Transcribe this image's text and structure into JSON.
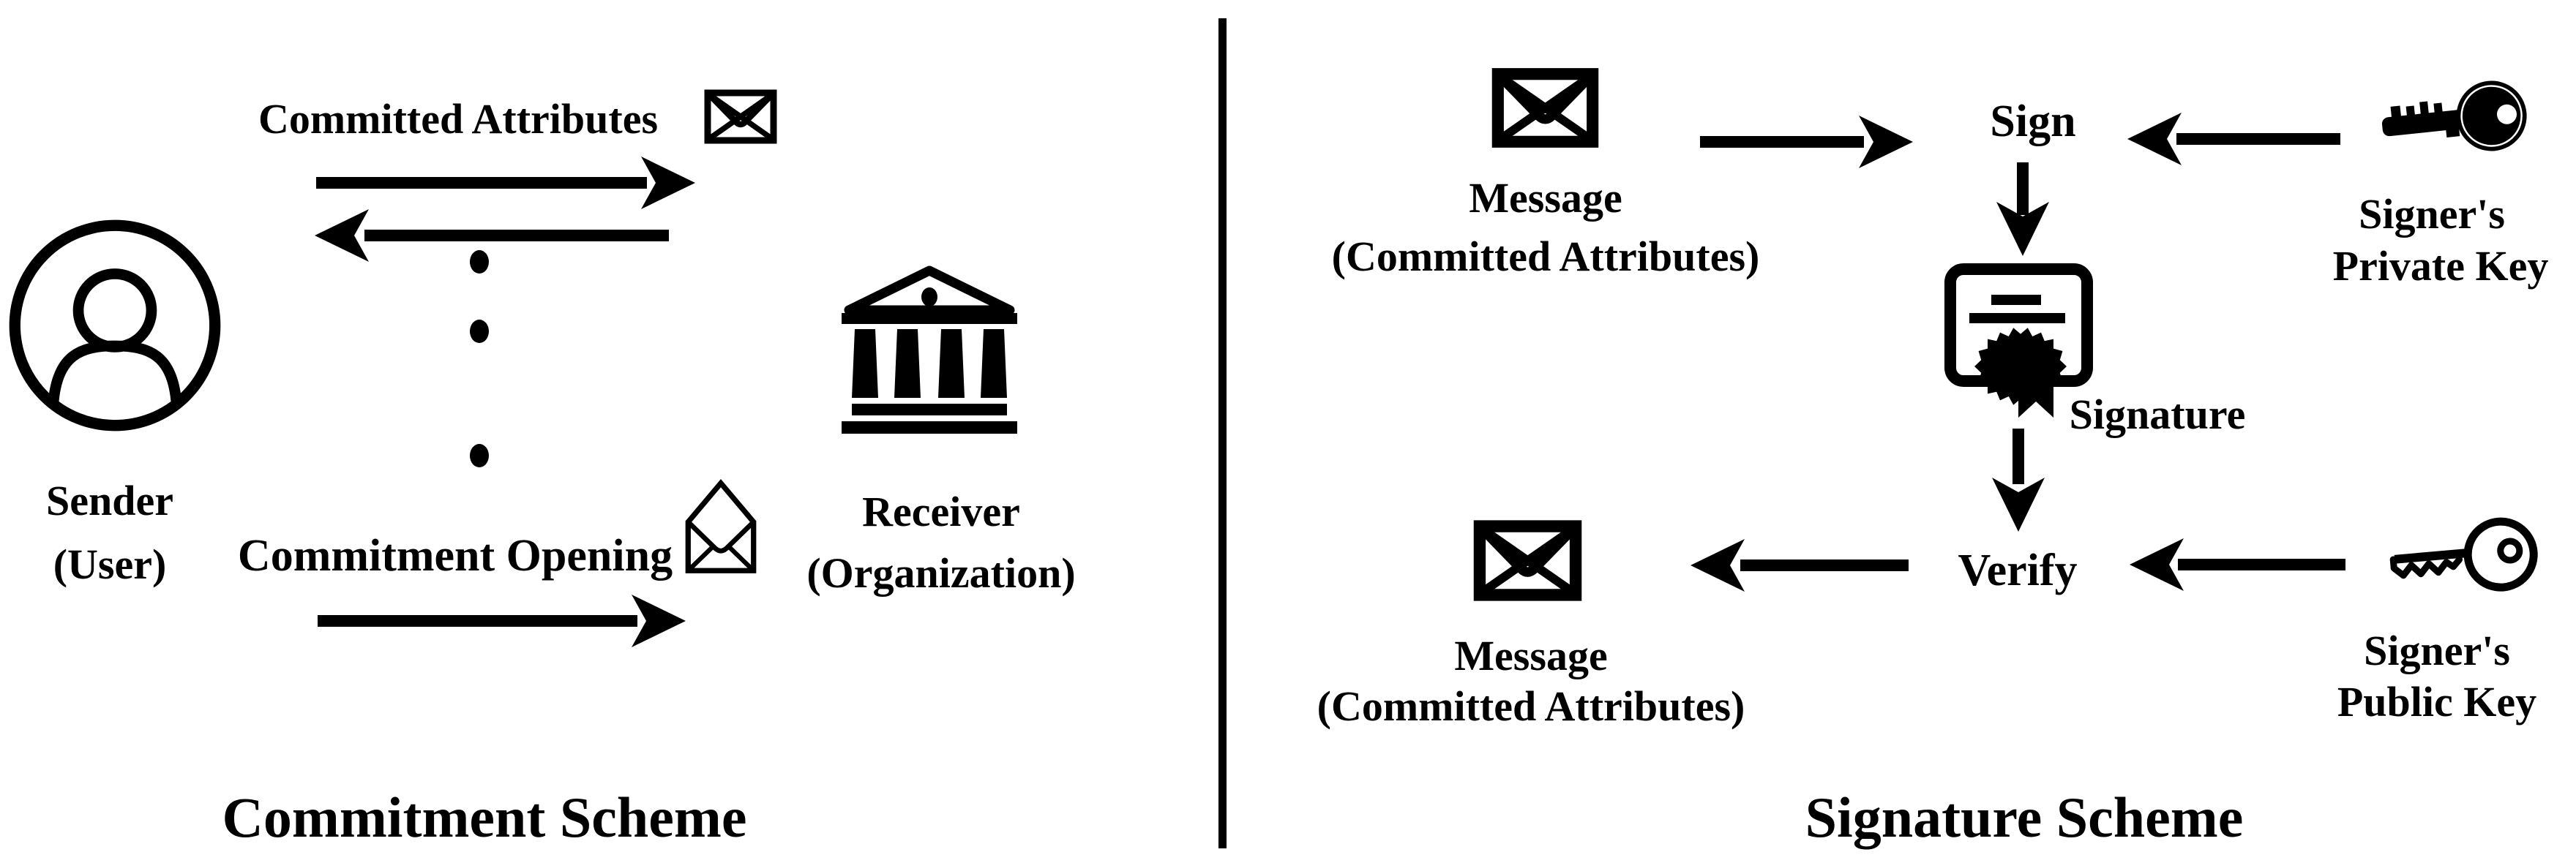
{
  "colors": {
    "ink": "#000000",
    "background": "#ffffff"
  },
  "left_panel": {
    "title": "Commitment Scheme",
    "sender": {
      "line1": "Sender",
      "line2": "(User)"
    },
    "receiver": {
      "line1": "Receiver",
      "line2": "(Organization)"
    },
    "top_flow_label": "Committed Attributes",
    "bottom_flow_label": "Commitment Opening",
    "icons": {
      "sender": "person-circle-icon",
      "receiver": "bank-icon",
      "top_flow": "sealed-envelope-icon",
      "bottom_flow": "open-envelope-icon"
    }
  },
  "right_panel": {
    "title": "Signature Scheme",
    "sign_label": "Sign",
    "verify_label": "Verify",
    "signature_label": "Signature",
    "message_top": {
      "line1": "Message",
      "line2": "(Committed Attributes)"
    },
    "message_bottom": {
      "line1": "Message",
      "line2": "(Committed Attributes)"
    },
    "private_key": {
      "line1": "Signer's",
      "line2": "Private Key"
    },
    "public_key": {
      "line1": "Signer's",
      "line2": "Public Key"
    },
    "icons": {
      "message_top": "sealed-envelope-icon",
      "message_bottom": "sealed-envelope-icon",
      "private_key": "private-key-icon",
      "public_key": "public-key-icon",
      "signature": "certificate-seal-icon"
    }
  }
}
